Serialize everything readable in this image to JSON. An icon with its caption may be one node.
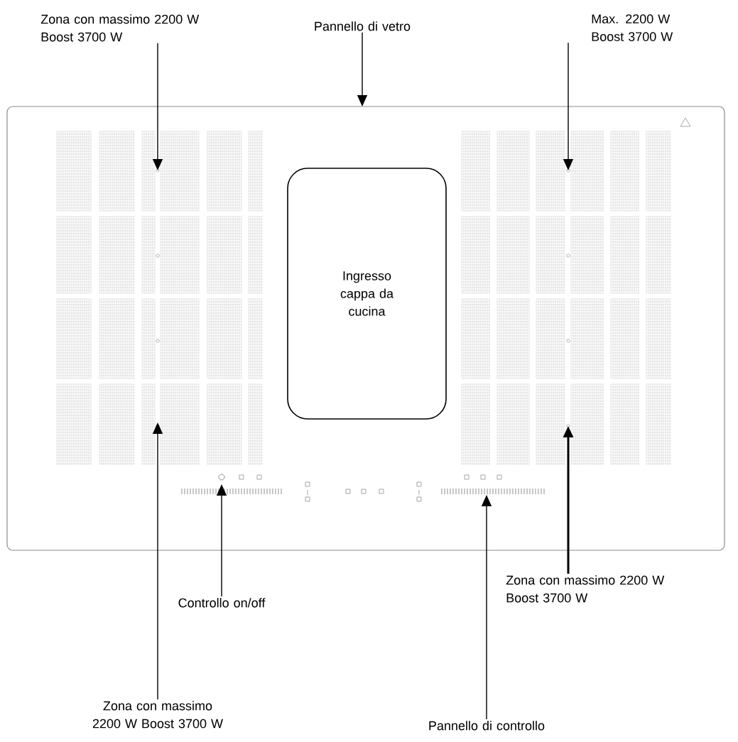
{
  "diagram": {
    "nodes": [
      {
        "text": [
          "Zona con massimo 2200 W Boost 3700 W"
        ]
      },
      {
        "text": [
          "Pannello di vetro"
        ]
      },
      {
        "text": [
          "Max. 2200 W Boost 3700 W"
        ]
      },
      {
        "text": [],
        "shape": "box"
      },
      {
        "text": [],
        "shape": "box",
        "in": 3
      },
      {
        "text": [
          "Ingresso cappa da cucina"
        ],
        "in": 3
      },
      {
        "text": [],
        "shape": "box",
        "in": 3
      },
      {
        "text": [],
        "shape": "circle",
        "in": 3
      },
      {
        "text": [],
        "shape": "bar",
        "in": 3
      },
      {
        "text": [
          "Controllo on/off"
        ]
      },
      {
        "text": [
          "Zona con massimo 2200 W Boost 3700 W"
        ]
      },
      {
        "text": [
          "Zona con massimo 2200 W Boost 3700 W"
        ]
      },
      {
        "text": [
          "Pannello di controllo"
        ]
      }
    ],
    "edges": [
      {
        "from": 0,
        "to": 4,
        "arrow": "to"
      },
      {
        "from": 1,
        "to": 3,
        "arrow": "to"
      },
      {
        "from": 2,
        "to": 6,
        "arrow": "to"
      },
      {
        "from": 10,
        "to": 4,
        "arrow": "to"
      },
      {
        "from": 9,
        "to": 7,
        "arrow": "to"
      },
      {
        "from": 11,
        "to": 6,
        "arrow": "to",
        "style": "thick"
      },
      {
        "from": 12,
        "to": 8,
        "arrow": "to"
      }
    ]
  }
}
